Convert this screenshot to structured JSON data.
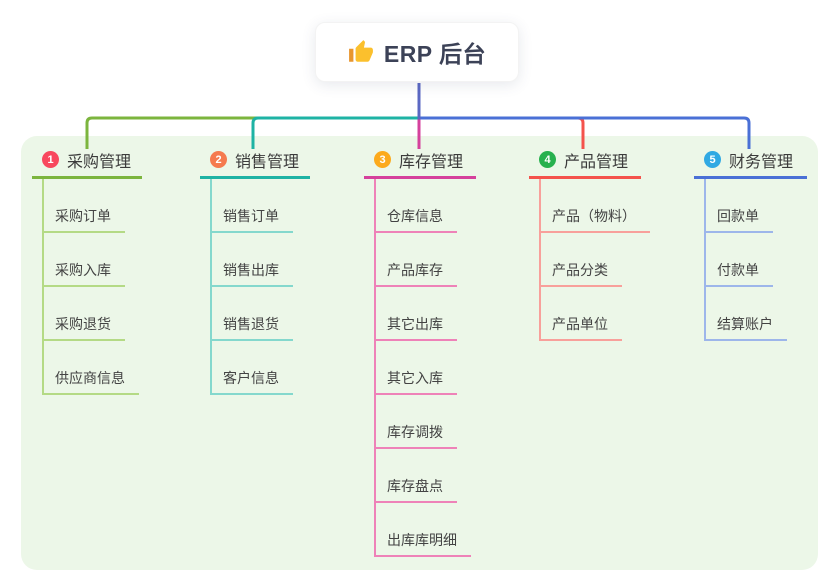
{
  "root": {
    "title": "ERP 后台",
    "icon": "thumbs-up-icon",
    "line_color": "#5b68c3"
  },
  "canvas": {
    "panel_bg": "#ecf7e8",
    "background": "#ffffff"
  },
  "branches": [
    {
      "index": "1",
      "label": "采购管理",
      "badge_color": "#f8485e",
      "line_color": "#7cb53e",
      "child_line_color": "#b4da85",
      "children": [
        "采购订单",
        "采购入库",
        "采购退货",
        "供应商信息"
      ]
    },
    {
      "index": "2",
      "label": "销售管理",
      "badge_color": "#f57a4e",
      "line_color": "#1eb3a4",
      "child_line_color": "#84d8cd",
      "children": [
        "销售订单",
        "销售出库",
        "销售退货",
        "客户信息"
      ]
    },
    {
      "index": "3",
      "label": "库存管理",
      "badge_color": "#fcaa1c",
      "line_color": "#d5419c",
      "child_line_color": "#ee82b8",
      "children": [
        "仓库信息",
        "产品库存",
        "其它出库",
        "其它入库",
        "库存调拨",
        "库存盘点",
        "出库库明细"
      ]
    },
    {
      "index": "4",
      "label": "产品管理",
      "badge_color": "#27b14e",
      "line_color": "#f4534c",
      "child_line_color": "#f8a09b",
      "children": [
        "产品（物料）",
        "产品分类",
        "产品单位"
      ]
    },
    {
      "index": "5",
      "label": "财务管理",
      "badge_color": "#30a9e3",
      "line_color": "#4a70d6",
      "child_line_color": "#9db6ea",
      "children": [
        "回款单",
        "付款单",
        "结算账户"
      ]
    }
  ]
}
